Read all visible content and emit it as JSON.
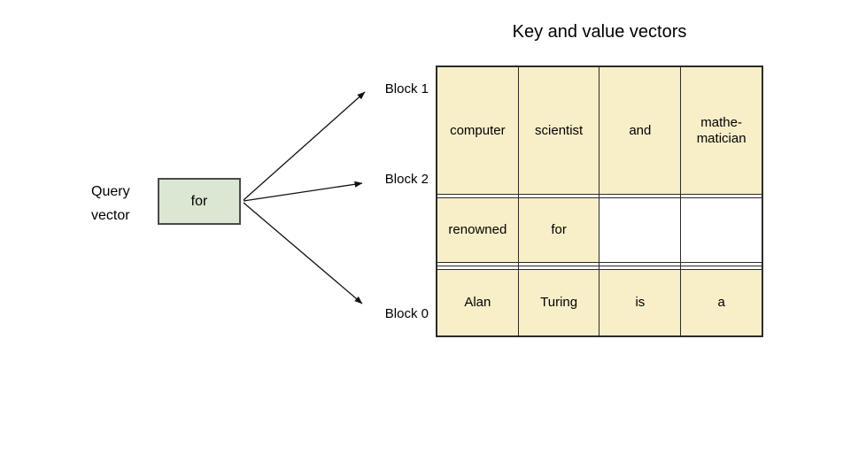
{
  "title": "Key and value vectors",
  "query": {
    "label": "Query\nvector",
    "token": "for"
  },
  "blocks": [
    {
      "label": "Block 1"
    },
    {
      "label": "Block 2"
    },
    {
      "label": "Block 0"
    }
  ],
  "table": {
    "rows": [
      {
        "cells": [
          {
            "text": "computer",
            "highlighted": true
          },
          {
            "text": "scientist",
            "highlighted": true
          },
          {
            "text": "and",
            "highlighted": true
          },
          {
            "text": "mathe-\nmatician",
            "highlighted": true
          }
        ]
      },
      {
        "cells": [
          {
            "text": "",
            "highlighted": false
          },
          {
            "text": "",
            "highlighted": false
          },
          {
            "text": "",
            "highlighted": false
          },
          {
            "text": "",
            "highlighted": false
          }
        ]
      },
      {
        "cells": [
          {
            "text": "renowned",
            "highlighted": true
          },
          {
            "text": "for",
            "highlighted": true
          },
          {
            "text": "",
            "highlighted": false
          },
          {
            "text": "",
            "highlighted": false
          }
        ]
      },
      {
        "cells": [
          {
            "text": "",
            "highlighted": false
          },
          {
            "text": "",
            "highlighted": false
          },
          {
            "text": "",
            "highlighted": false
          },
          {
            "text": "",
            "highlighted": false
          }
        ]
      },
      {
        "cells": [
          {
            "text": "",
            "highlighted": false
          },
          {
            "text": "",
            "highlighted": false
          },
          {
            "text": "",
            "highlighted": false
          },
          {
            "text": "",
            "highlighted": false
          }
        ]
      },
      {
        "cells": [
          {
            "text": "Alan",
            "highlighted": true
          },
          {
            "text": "Turing",
            "highlighted": true
          },
          {
            "text": "is",
            "highlighted": true
          },
          {
            "text": "a",
            "highlighted": true
          }
        ]
      }
    ]
  },
  "colors": {
    "highlight_bg": "#f8efc8",
    "query_box_bg": "#dbe7d2",
    "box_border": "#4a4a4a",
    "grid_border": "#2b2b2b",
    "arrow": "#111111"
  }
}
